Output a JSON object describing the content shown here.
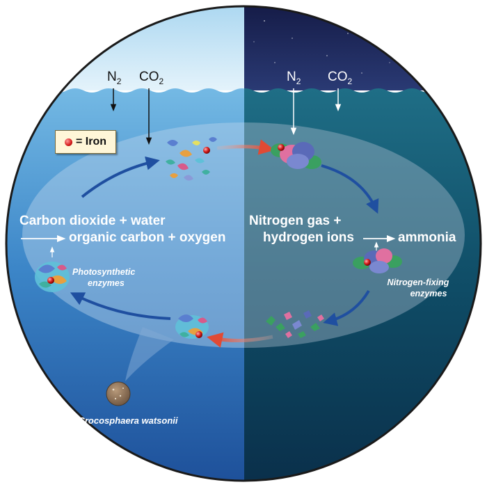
{
  "surface": {
    "left_gases": {
      "n2": "N",
      "n2_sub": "2",
      "co2": "CO",
      "co2_sub": "2"
    },
    "right_gases": {
      "n2": "N",
      "n2_sub": "2",
      "co2": "CO",
      "co2_sub": "2"
    }
  },
  "legend": {
    "label": "= Iron",
    "dot_color": "#d41a1a"
  },
  "photosynthesis": {
    "line1": "Carbon dioxide + water",
    "line2": "organic carbon + oxygen",
    "enzyme_label_1": "Photosynthetic",
    "enzyme_label_2": "enzymes"
  },
  "nitrogen_fixation": {
    "line1": "Nitrogen gas +",
    "line2": "hydrogen ions",
    "product": "ammonia",
    "enzyme_label_1": "Nitrogen-fixing",
    "enzyme_label_2": "enzymes"
  },
  "organism": {
    "name": "Crocosphaera watsonii"
  },
  "colors": {
    "day_sky": "#c9e6f6",
    "day_water": "#2e6fb6",
    "night_sky": "#1f2a5a",
    "night_water": "#0f4a63",
    "cycle_arrow": "#1f4fa0",
    "iron_transfer": "#e0523a",
    "ellipse": "#9ab8d8"
  }
}
